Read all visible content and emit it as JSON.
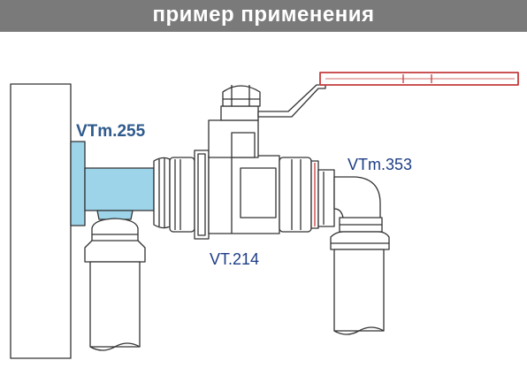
{
  "header": {
    "title": "пример применения"
  },
  "labels": {
    "wall_fitting": "VTm.255",
    "elbow_fitting": "VTm.353",
    "ball_valve": "VT.214"
  },
  "colors": {
    "banner": "#7a7a7a",
    "highlight": "#9dd4ea",
    "handle": "#c53b3b",
    "label_bold": "#2e5a8c",
    "label_plain": "#1c3c86"
  }
}
